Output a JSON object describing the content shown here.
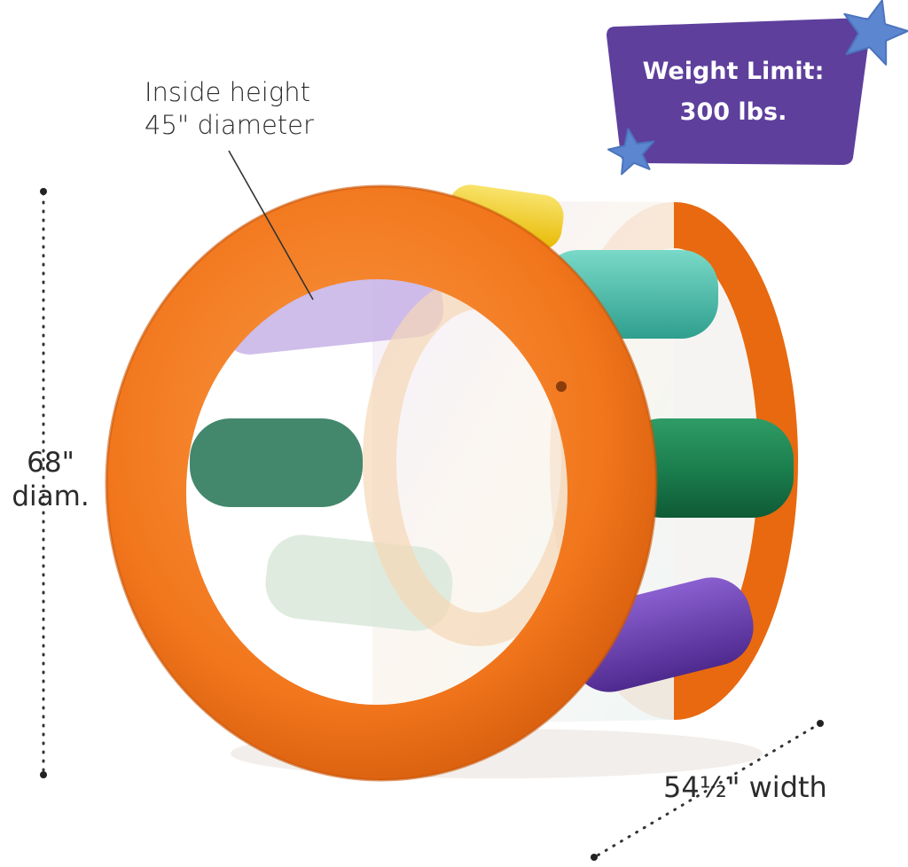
{
  "labels": {
    "inside_line1": "Inside height",
    "inside_line2": "45\" diameter",
    "diameter_line1": "68\"",
    "diameter_line2": "diam.",
    "width": "54½\" width"
  },
  "badge": {
    "line1": "Weight Limit:",
    "line2": "300 lbs."
  },
  "colors": {
    "badge": "#5e3f9c",
    "star": "#5c86cf",
    "ring": "#f2761c",
    "tube_yellow": "#f3d126",
    "tube_teal": "#3fb7a4",
    "tube_green": "#1b7f4e",
    "tube_purple": "#6d3fb0",
    "tube_lavender": "#a891d6"
  },
  "icons": [
    "star-icon",
    "star-icon"
  ]
}
